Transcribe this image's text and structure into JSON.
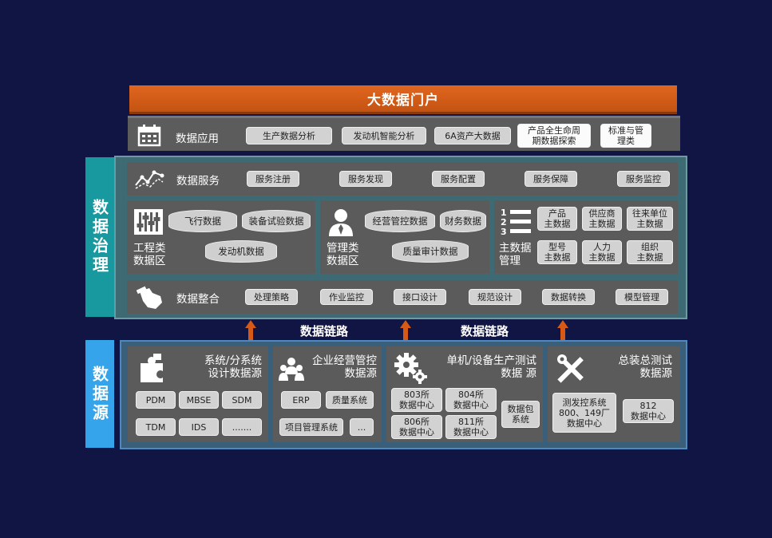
{
  "portal": {
    "title": "大数据门户"
  },
  "application": {
    "label": "数据应用",
    "items": [
      "生产数据分析",
      "发动机智能分析",
      "6A资产大数据",
      "产品全生命周\n期数据探索",
      "标准与管\n理类"
    ]
  },
  "governance": {
    "side_label": "数据治理",
    "services": {
      "label": "数据服务",
      "items": [
        "服务注册",
        "服务发现",
        "服务配置",
        "服务保障",
        "服务监控"
      ]
    },
    "engineering": {
      "label": "工程类\n数据区",
      "items": [
        "飞行数据",
        "装备试验数据",
        "发动机数据"
      ]
    },
    "management": {
      "label": "管理类\n数据区",
      "items": [
        "经营管控数据",
        "财务数据",
        "质量审计数据"
      ]
    },
    "master": {
      "label": "主数据\n管理",
      "list_numbers": [
        "1",
        "2",
        "3"
      ],
      "items": [
        "产品\n主数据",
        "供应商\n主数据",
        "往来单位\n主数据",
        "型号\n主数据",
        "人力\n主数据",
        "组织\n主数据"
      ]
    },
    "integration": {
      "label": "数据整合",
      "items": [
        "处理策略",
        "作业监控",
        "接口设计",
        "规范设计",
        "数据转换",
        "模型管理"
      ]
    }
  },
  "chain_labels": [
    "数据链路",
    "数据链路"
  ],
  "sources": {
    "side_label": "数据源",
    "design": {
      "label": "系统/分系统\n设计数据源",
      "items": [
        "PDM",
        "MBSE",
        "SDM",
        "TDM",
        "IDS",
        "......."
      ]
    },
    "enterprise": {
      "label": "企业经营管控\n数据源",
      "items": [
        "ERP",
        "质量系统",
        "项目管理系统",
        "..."
      ]
    },
    "unit_test": {
      "label": "单机/设备生产测试\n数据 源",
      "items": [
        "803所\n数据中心",
        "804所\n数据中心",
        "806所\n数据中心",
        "811所\n数据中心",
        "数据包\n系统"
      ]
    },
    "assembly": {
      "label": "总装总测试\n数据源",
      "items": [
        "测发控系统\n800、149厂\n数据中心",
        "812\n数据中心"
      ]
    }
  },
  "colors": {
    "portal": "#c45312",
    "governance": "#17999f",
    "source": "#35a4ea",
    "arrow": "#d65a16",
    "background": "#111544"
  }
}
